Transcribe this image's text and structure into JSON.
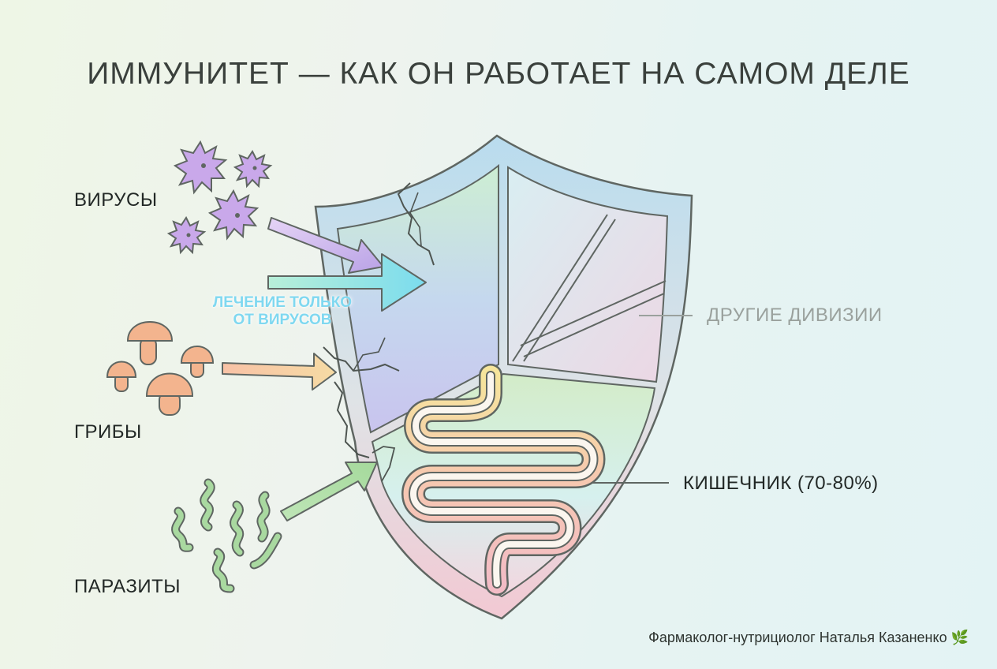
{
  "title": "ИММУНИТЕТ — КАК ОН РАБОТАЕТ НА САМОМ ДЕЛЕ",
  "labels": {
    "viruses": "ВИРУСЫ",
    "fungi": "ГРИБЫ",
    "parasites": "ПАРАЗИТЫ",
    "other_divisions": "ДРУГИЕ ДИВИЗИИ",
    "gut": "КИШЕЧНИК (70-80%)"
  },
  "treatment_note": {
    "line1": "ЛЕЧЕНИЕ ТОЛЬКО",
    "line2": "ОТ ВИРУСОВ"
  },
  "author": "Фармаколог-нутрициолог Наталья Казаненко 🌿",
  "colors": {
    "virus": "#c9a8ea",
    "mushroom": "#f3b48e",
    "worm": "#a9d9a0",
    "treatment_arrow": "#8fe3ee",
    "outline": "#5f6662"
  },
  "icons": [
    "virus-icon",
    "mushroom-icon",
    "worm-icon",
    "shield-icon",
    "intestine-icon",
    "leaf-icon"
  ]
}
